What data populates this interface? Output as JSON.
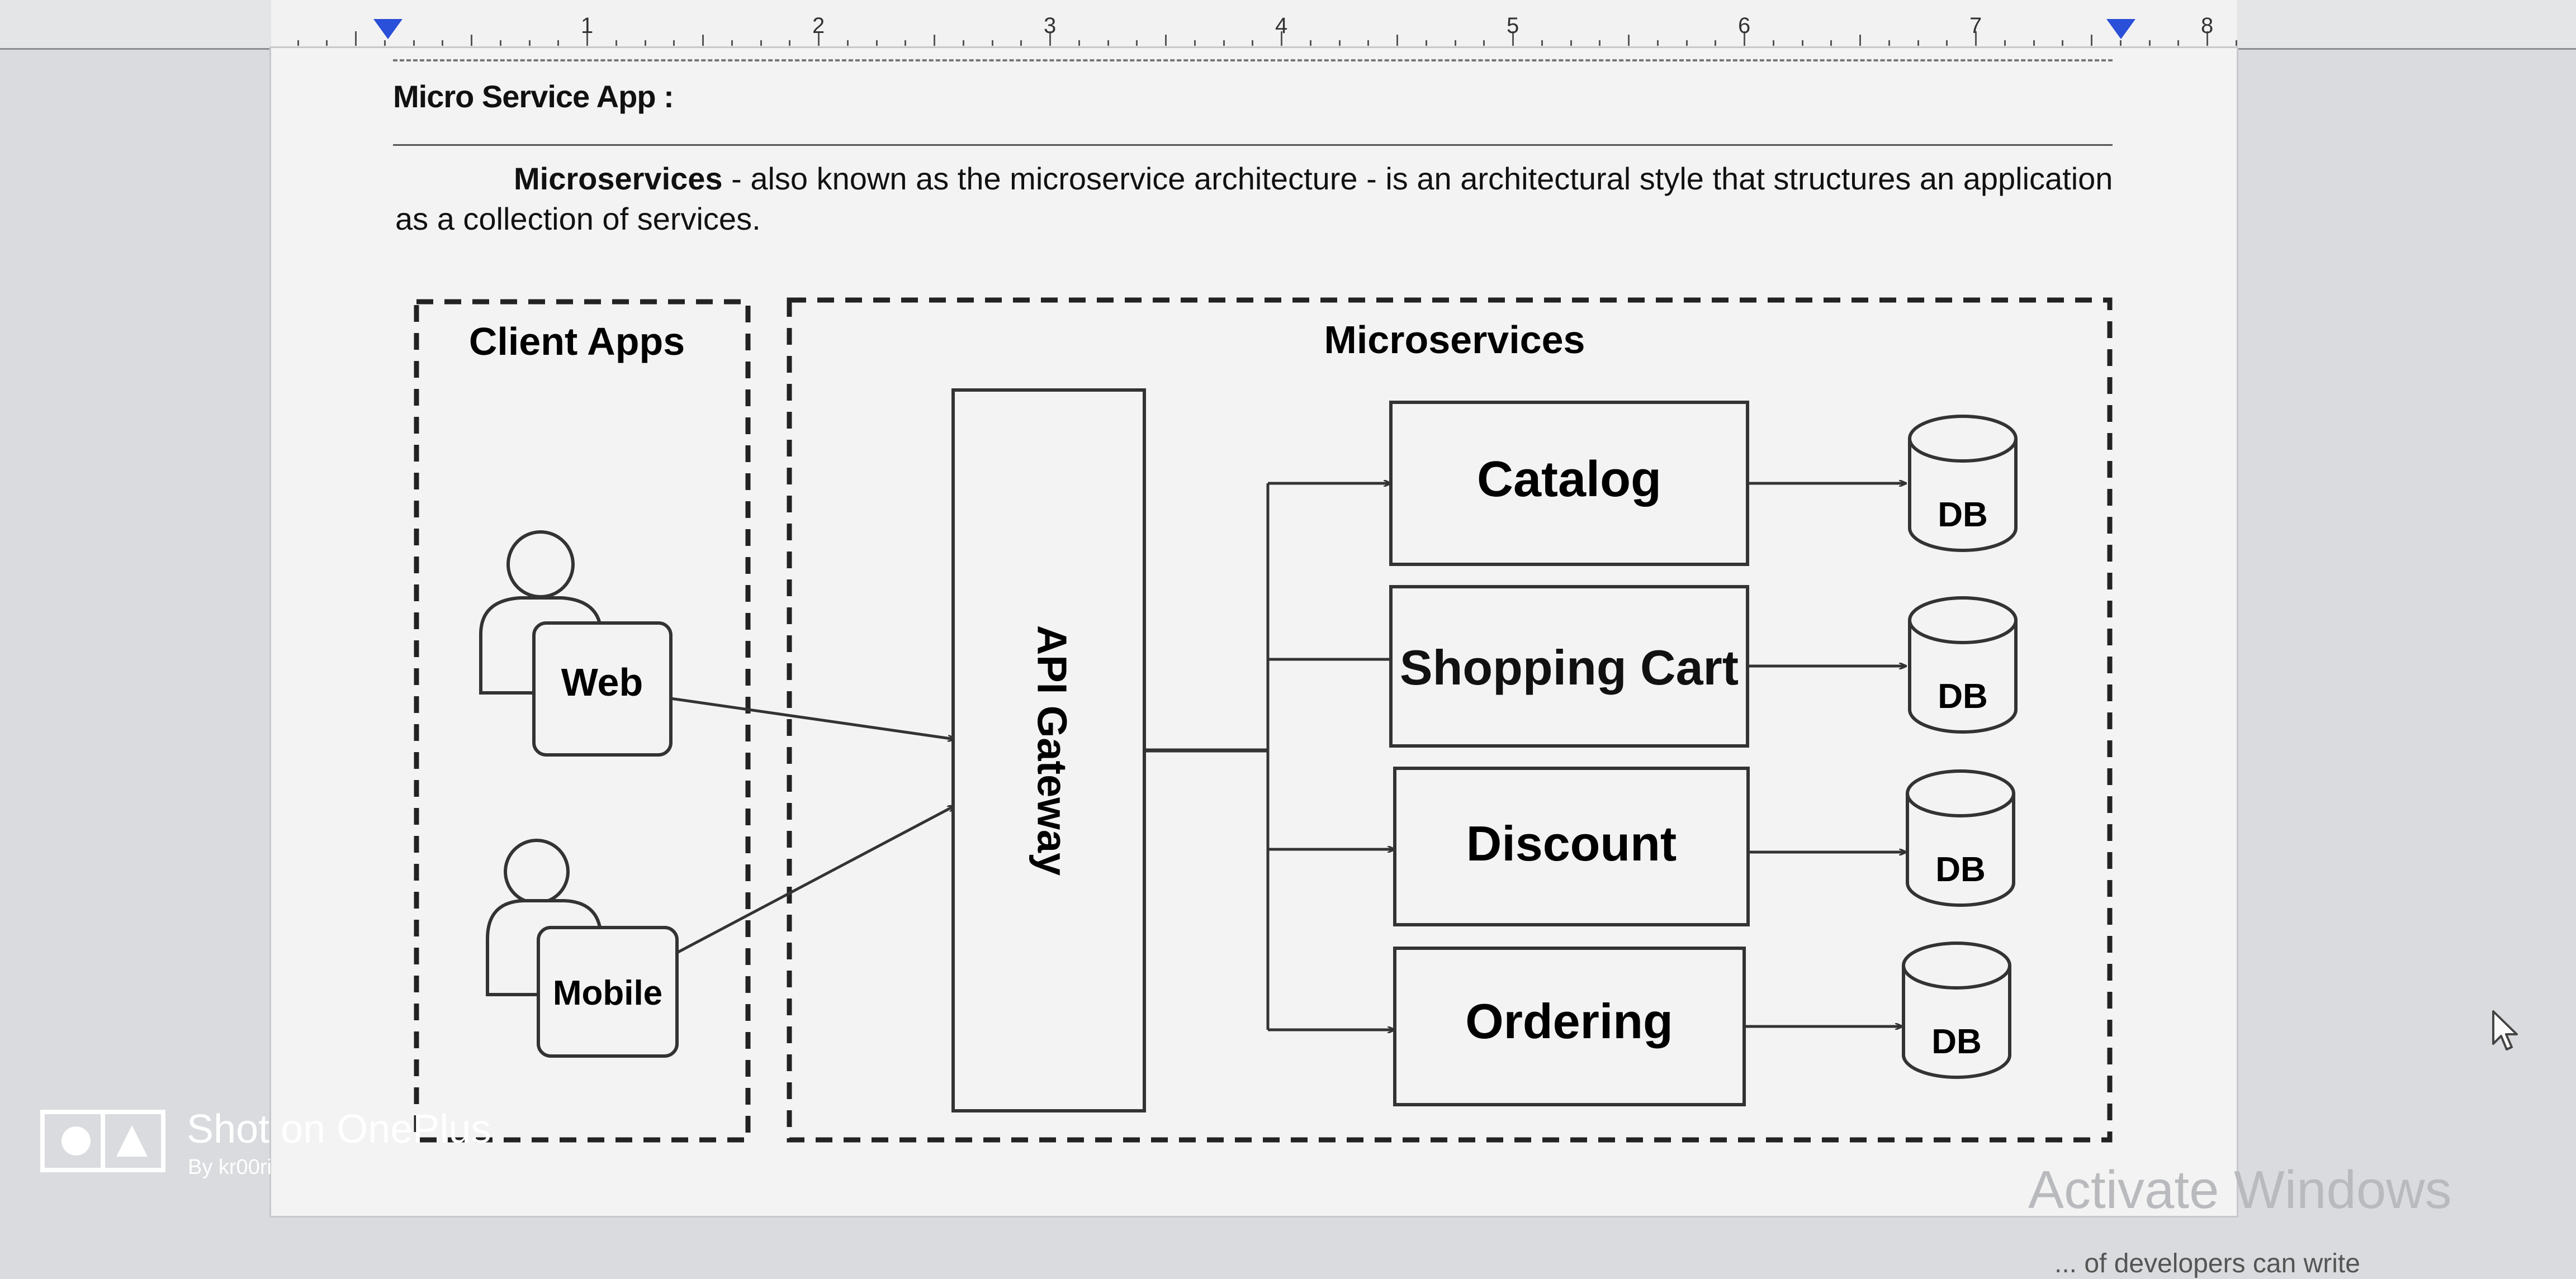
{
  "ruler": {
    "numbers": [
      "1",
      "2",
      "3",
      "4",
      "5",
      "6",
      "7",
      "8"
    ]
  },
  "document": {
    "heading": "Micro Service App :",
    "paragraph": {
      "bold_term": "Microservices",
      "text": " - also known as the microservice architecture - is an architectural style that structures an application as a collection of services."
    }
  },
  "diagram": {
    "client_group_label": "Client Apps",
    "microservices_group_label": "Microservices",
    "clients": [
      "Web",
      "Mobile"
    ],
    "gateway": "API Gateway",
    "services": [
      "Catalog",
      "Shopping Cart",
      "Discount",
      "Ordering"
    ],
    "database_label": "DB"
  },
  "os": {
    "watermark": "Activate Windows"
  },
  "overlay": {
    "title": "Shot on OnePlus",
    "byline": "By kr00ri"
  },
  "bottom_partial_text": "... of developers can write"
}
